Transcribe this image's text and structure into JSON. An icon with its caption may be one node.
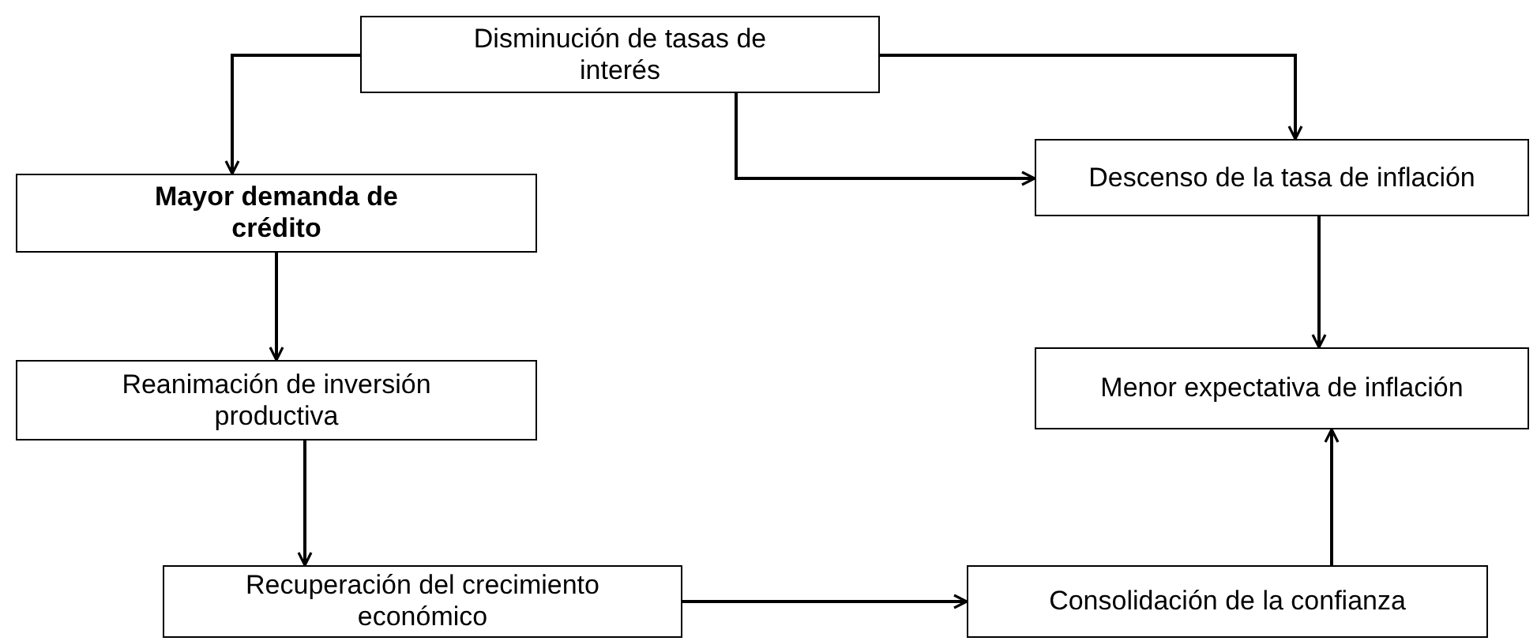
{
  "diagram": {
    "nodes": [
      {
        "text": [
          "Disminución de tasas de interés"
        ]
      },
      {
        "text": [
          "Mayor demanda de crédito"
        ]
      },
      {
        "text": [
          "Reanimación de inversión productiva"
        ]
      },
      {
        "text": [
          "Recuperación del crecimiento económico"
        ]
      },
      {
        "text": [
          "Consolidación de la confianza"
        ]
      },
      {
        "text": [
          "Descenso de la tasa de inflación"
        ]
      },
      {
        "text": [
          "Menor expectativa de inflación"
        ]
      }
    ],
    "edges": [
      {
        "from": 0,
        "to": 1,
        "arrow": "to"
      },
      {
        "from": 0,
        "to": 5,
        "arrow": "to"
      },
      {
        "from": 0,
        "to": 5,
        "arrow": "to"
      },
      {
        "from": 1,
        "to": 2,
        "arrow": "to"
      },
      {
        "from": 2,
        "to": 3,
        "arrow": "to"
      },
      {
        "from": 3,
        "to": 4,
        "arrow": "to"
      },
      {
        "from": 4,
        "to": 6,
        "arrow": "to"
      },
      {
        "from": 5,
        "to": 6,
        "arrow": "to"
      }
    ]
  }
}
